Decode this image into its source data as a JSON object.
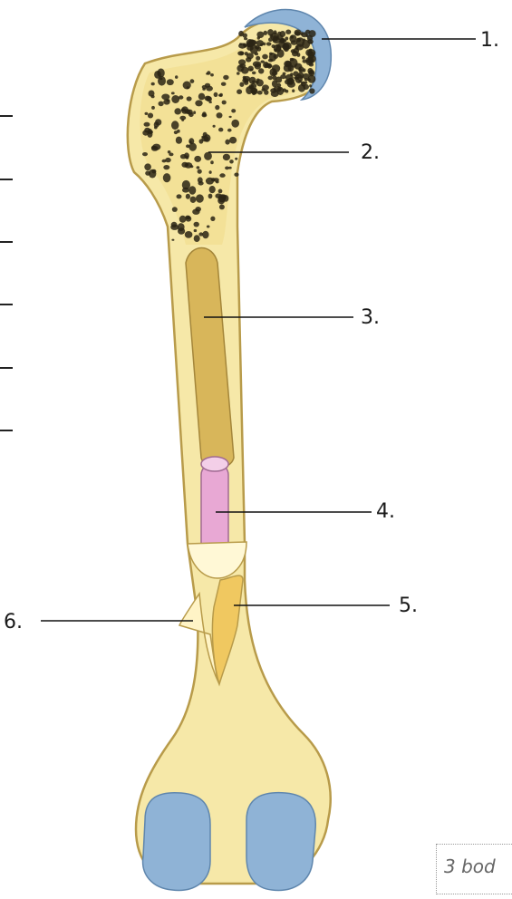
{
  "labels": [
    "1.",
    "2.",
    "3.",
    "4.",
    "5.",
    "6."
  ],
  "answer_blanks": 6,
  "points_box": {
    "text": "3 bod"
  },
  "colors": {
    "bone": "#f6e8a8",
    "bone_outline": "#b89b4a",
    "spongy_dots": "#2a2414",
    "cartilage": "#8fb3d6",
    "medullary_cavity": "#d8b65a",
    "marrow_rod": "#e8a8d4",
    "compact_section": "#f0c860"
  }
}
